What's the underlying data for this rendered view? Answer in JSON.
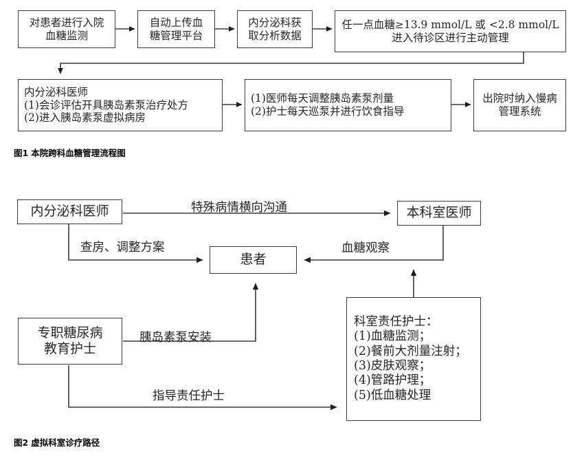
{
  "figure1": {
    "caption_number": "图1",
    "caption_text": "本院跨科血糖管理流程图",
    "nodes": {
      "n1": {
        "lines": [
          "对患者进行入院",
          "血糖监测"
        ]
      },
      "n2": {
        "lines": [
          "自动上传血",
          "糖管理平台"
        ]
      },
      "n3": {
        "lines": [
          "内分泌科获",
          "取分析数据"
        ]
      },
      "n4": {
        "lines": [
          "任一点血糖≥13.9 mmol/L 或 <2.8 mmol/L",
          "进入待诊区进行主动管理"
        ]
      },
      "n5": {
        "lines": [
          "内分泌科医师",
          "(1)会诊评估开具胰岛素泵治疗处方",
          "(2)进入胰岛素泵虚拟病房"
        ]
      },
      "n6": {
        "lines": [
          "(1)医师每天调整胰岛素泵剂量",
          "(2)护士每天巡泵并进行饮食指导"
        ]
      },
      "n7": {
        "lines": [
          "出院时纳入慢病",
          "管理系统"
        ]
      }
    }
  },
  "figure2": {
    "caption_number": "图2",
    "caption_text": "虚拟科室诊疗路径",
    "nodes": {
      "endocrinologist": {
        "lines": [
          "内分泌科医师"
        ]
      },
      "dept_doctor": {
        "lines": [
          "本科室医师"
        ]
      },
      "patient": {
        "lines": [
          "患者"
        ]
      },
      "educator_nurse": {
        "lines": [
          "专职糖尿病",
          "教育护士"
        ]
      },
      "dept_nurse": {
        "lines": [
          "科室责任护士：",
          "(1)血糖监测；",
          "(2)餐前大剂量注射；",
          "(3)皮肤观察；",
          "(4)管路护理；",
          "(5)低血糖处理"
        ]
      }
    },
    "edge_labels": {
      "lateral_comm": "特殊病情横向沟通",
      "rounds_adjust": "查房、调整方案",
      "glucose_obs": "血糖观察",
      "pump_install": "胰岛素泵安装",
      "guide_nurse": "指导责任护士"
    }
  },
  "colors": {
    "stroke": "#3a3a3a",
    "text": "#262626",
    "background": "#ffffff"
  }
}
